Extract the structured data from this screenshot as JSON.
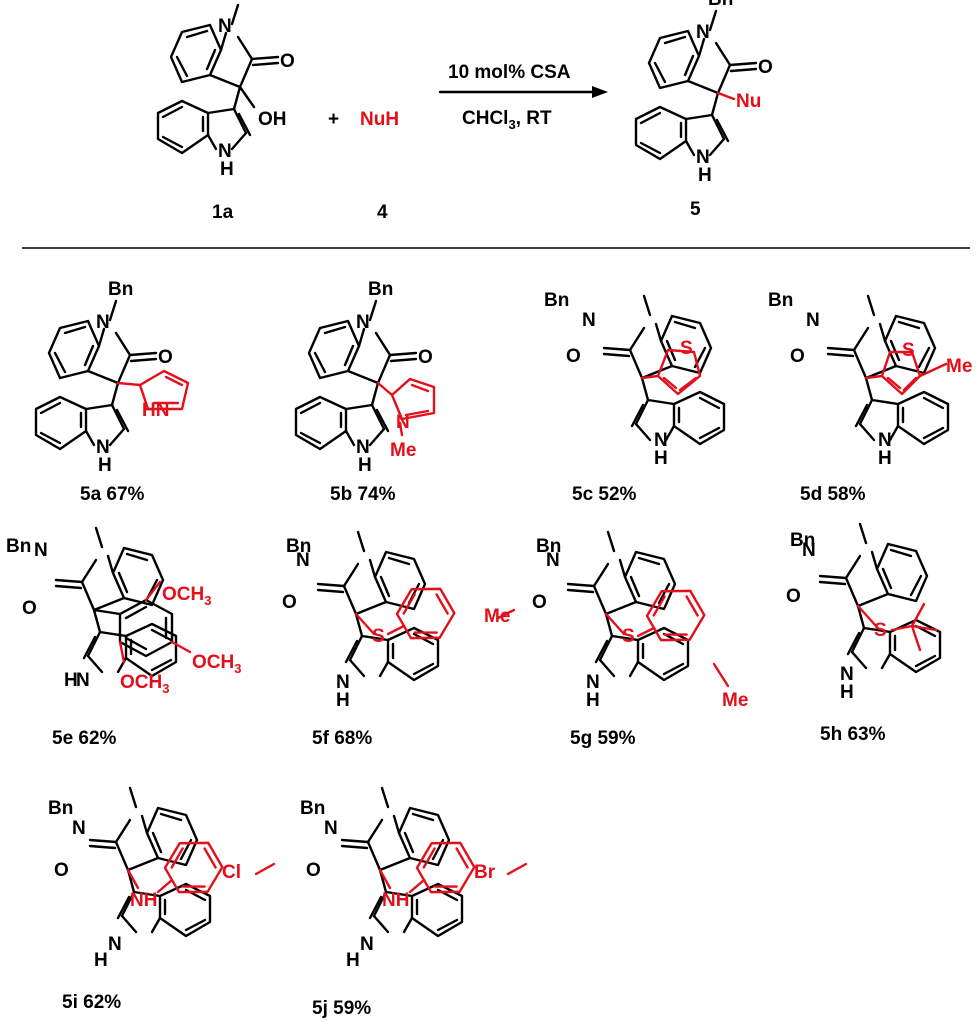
{
  "scheme": {
    "reactant1": "1a",
    "reactant2": "4",
    "product": "5",
    "plus": "+",
    "nucleophile": "NuH",
    "product_group": "Nu",
    "conditions_top": "10 mol% CSA",
    "solvent": "CHCl",
    "solvent_sub": "3",
    "conditions_bottom_tail": ", RT"
  },
  "atoms": {
    "Bn": "Bn",
    "N": "N",
    "O": "O",
    "H": "H",
    "OH": "OH",
    "S": "S",
    "Me": "Me",
    "HN": "HN",
    "NH": "NH",
    "Cl": "Cl",
    "Br": "Br",
    "OCH": "OCH",
    "three": "3"
  },
  "products": [
    {
      "id": "5a",
      "yield": "67%"
    },
    {
      "id": "5b",
      "yield": "74%"
    },
    {
      "id": "5c",
      "yield": "52%"
    },
    {
      "id": "5d",
      "yield": "58%"
    },
    {
      "id": "5e",
      "yield": "62%"
    },
    {
      "id": "5f",
      "yield": "68%"
    },
    {
      "id": "5g",
      "yield": "59%"
    },
    {
      "id": "5h",
      "yield": "63%"
    },
    {
      "id": "5i",
      "yield": "62%"
    },
    {
      "id": "5j",
      "yield": "59%"
    }
  ]
}
